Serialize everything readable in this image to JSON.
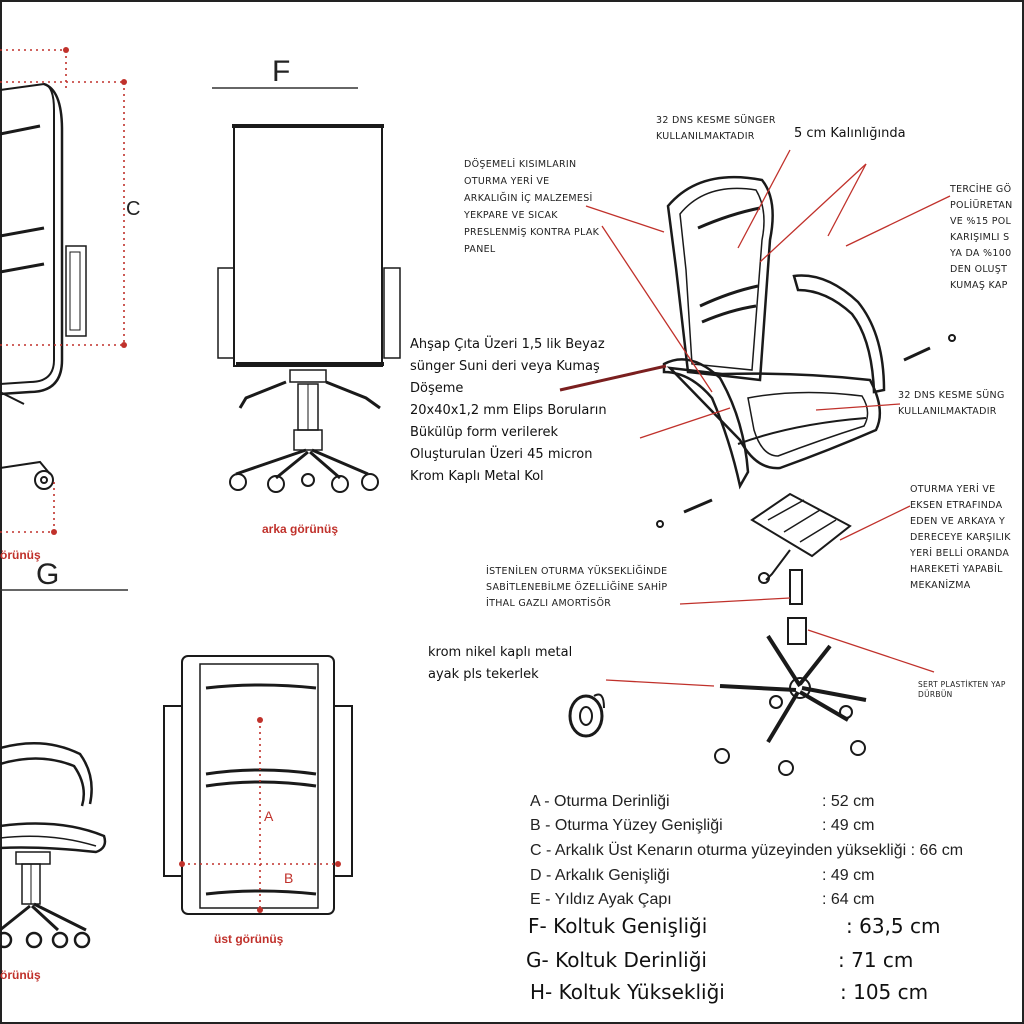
{
  "views": {
    "F_label": "F",
    "G_label": "G",
    "C_label": "C",
    "A_label": "A",
    "B_label": "B",
    "back_view": "arka görünüş",
    "top_view": "üst görünüş",
    "side_view_partial": "örünüş",
    "front_view_partial": "örünüş"
  },
  "callouts": {
    "foam_top_1": "32 DNS KESME SÜNGER",
    "foam_top_2": "KULLANILMAKTADIR",
    "foam_top_3": "5 cm Kalınlığında",
    "panel": [
      "DÖŞEMELİ KISIMLARIN",
      "OTURMA YERİ VE",
      "ARKALIĞIN İÇ MALZEMESİ",
      "YEKPARE VE SICAK",
      "PRESLENMİŞ KONTRA PLAK",
      "PANEL"
    ],
    "fabric": [
      "TERCİHE GÖ",
      "POLİÜRETAN",
      "VE %15 POL",
      "KARIŞIMLI S",
      "YA DA %100",
      "DEN OLUŞT",
      "KUMAŞ KAP"
    ],
    "armrest": [
      "Ahşap Çıta Üzeri 1,5 lik Beyaz",
      "sünger Suni deri veya Kumaş",
      "Döşeme",
      "20x40x1,2 mm Elips Boruların",
      "Bükülüp form verilerek",
      "Oluşturulan Üzeri 45 micron",
      "Krom Kaplı Metal Kol"
    ],
    "foam_seat_1": "32 DNS KESME SÜNG",
    "foam_seat_2": "KULLANILMAKTADIR",
    "mechanism": [
      "OTURMA YERİ VE",
      "EKSEN ETRAFINDA",
      "EDEN VE ARKAYA Y",
      "DERECEYE KARŞILIK",
      "YERİ BELLİ ORANDA",
      "HAREKETİ YAPABİL",
      "MEKANİZMA"
    ],
    "gas_lift": [
      "İSTENİLEN OTURMA YÜKSEKLİĞİNDE",
      "SABİTLENEBİLME ÖZELLİĞİNE SAHİP",
      "İTHAL GAZLI AMORTİSÖR"
    ],
    "wheels": [
      "krom nikel kaplı metal",
      "ayak pls tekerlek"
    ],
    "bushing": [
      "SERT PLASTİKTEN YAP",
      "DÜRBÜN"
    ]
  },
  "specs": [
    {
      "label": "A - Oturma Derinliği",
      "value": ": 52 cm"
    },
    {
      "label": "B - Oturma Yüzey Genişliği",
      "value": ": 49 cm"
    },
    {
      "label": "C - Arkalık Üst Kenarın oturma yüzeyinden yüksekliği : 66 cm",
      "value": ""
    },
    {
      "label": "D - Arkalık Genişliği",
      "value": ": 49 cm"
    },
    {
      "label": "E - Yıldız Ayak Çapı",
      "value": ": 64 cm"
    }
  ],
  "specs_large": [
    {
      "label": "F- Koltuk Genişliği",
      "value": ": 63,5 cm"
    },
    {
      "label": "G- Koltuk Derinliği",
      "value": ": 71 cm"
    },
    {
      "label": "H- Koltuk Yüksekliği",
      "value": ": 105 cm"
    }
  ],
  "colors": {
    "dimension_red": "#c0312b",
    "line": "#1a1a1a",
    "arrow": "#c0312b"
  }
}
